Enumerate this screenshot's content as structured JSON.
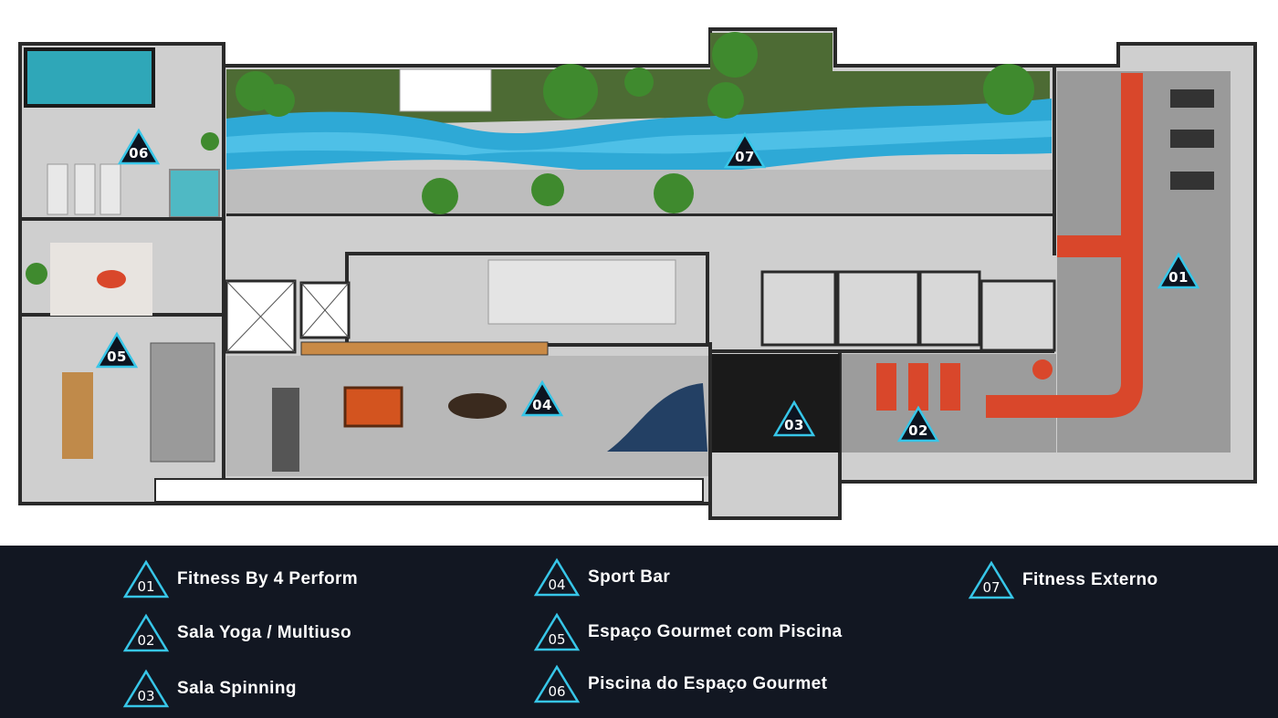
{
  "markers": [
    {
      "number": "01"
    },
    {
      "number": "02"
    },
    {
      "number": "03"
    },
    {
      "number": "04"
    },
    {
      "number": "05"
    },
    {
      "number": "06"
    },
    {
      "number": "07"
    }
  ],
  "legend": [
    {
      "number": "01",
      "label": "Fitness By 4 Perform"
    },
    {
      "number": "02",
      "label": "Sala Yoga / Multiuso"
    },
    {
      "number": "03",
      "label": "Sala Spinning"
    },
    {
      "number": "04",
      "label": "Sport Bar"
    },
    {
      "number": "05",
      "label": "Espaço Gourmet com Piscina"
    },
    {
      "number": "06",
      "label": "Piscina do Espaço Gourmet"
    },
    {
      "number": "07",
      "label": "Fitness Externo"
    }
  ],
  "colors": {
    "legend_background": "#121722",
    "marker_glow": "#37c6e8",
    "marker_fill": "#0d1420",
    "pool_water": "#2ea9d6",
    "track": "#d9472b",
    "lawn": "#4d6b34",
    "floor": "#c9c9c9",
    "wall": "#2a2a2a"
  }
}
